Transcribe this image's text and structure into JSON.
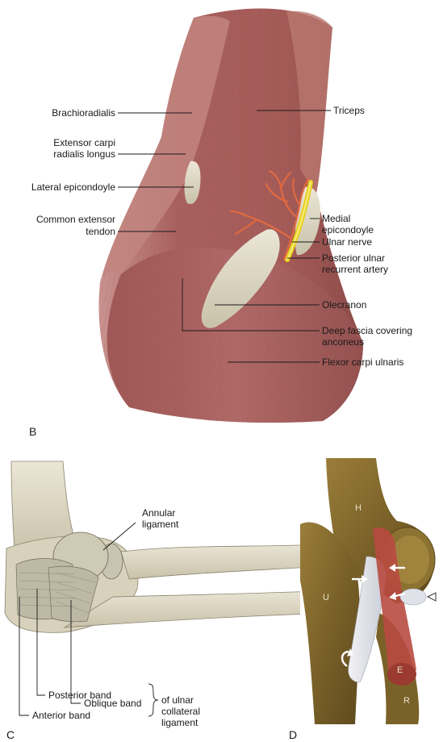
{
  "panel_b": {
    "letter": "B",
    "labels": {
      "brachioradialis": "Brachioradialis",
      "ecrl_1": "Extensor carpi",
      "ecrl_2": "radialis longus",
      "lateral_epicondyle": "Lateral epicondoyle",
      "common_ext_1": "Common extensor",
      "common_ext_2": "tendon",
      "triceps": "Triceps",
      "medial_1": "Medial",
      "medial_2": "epicondoyle",
      "ulnar_nerve": "Ulnar nerve",
      "pura_1": "Posterior ulnar",
      "pura_2": "recurrent artery",
      "olecranon": "Olecranon",
      "deep_fascia_1": "Deep fascia covering",
      "deep_fascia_2": "anconeus",
      "fcu": "Flexor carpi ulnaris"
    }
  },
  "panel_c": {
    "letter": "C",
    "labels": {
      "annular_1": "Annular",
      "annular_2": "ligament",
      "oblique": "Oblique band",
      "posterior": "Posterior band",
      "anterior": "Anterior band",
      "ucl_1": "of ulnar",
      "ucl_2": "collateral",
      "ucl_3": "ligament"
    }
  },
  "panel_d": {
    "letter": "D",
    "bone_labels": {
      "h": "H",
      "u": "U",
      "e": "E",
      "r": "R"
    }
  },
  "colors": {
    "muscle": "#a8605e",
    "muscle_dark": "#8a4a48",
    "bone": "#e2dcc8",
    "nerve": "#e8d020",
    "artery": "#e06a40"
  }
}
